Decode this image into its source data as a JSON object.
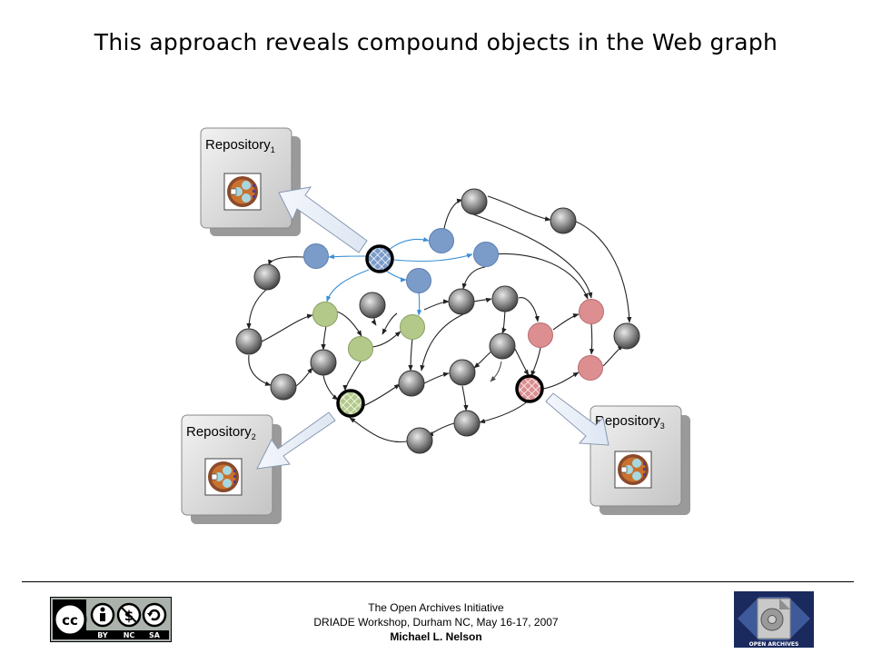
{
  "title": "This approach reveals compound objects in the Web graph",
  "repositories": [
    {
      "label": "Repository",
      "subscript": "1"
    },
    {
      "label": "Repository",
      "subscript": "2"
    },
    {
      "label": "Repository",
      "subscript": "3"
    }
  ],
  "footer": {
    "line1": "The Open Archives Initiative",
    "line2": "DRIADE Workshop, Durham NC, May 16-17, 2007",
    "line3": "Michael L. Nelson"
  },
  "cc_logo": {
    "by": "BY",
    "nc": "NC",
    "sa": "SA"
  },
  "oa_logo": {
    "text": "OPEN ARCHIVES"
  },
  "colors": {
    "blue": "#7b9bc9",
    "green": "#b3c98a",
    "red": "#dc8e90",
    "gray": "#8a8a8a"
  }
}
